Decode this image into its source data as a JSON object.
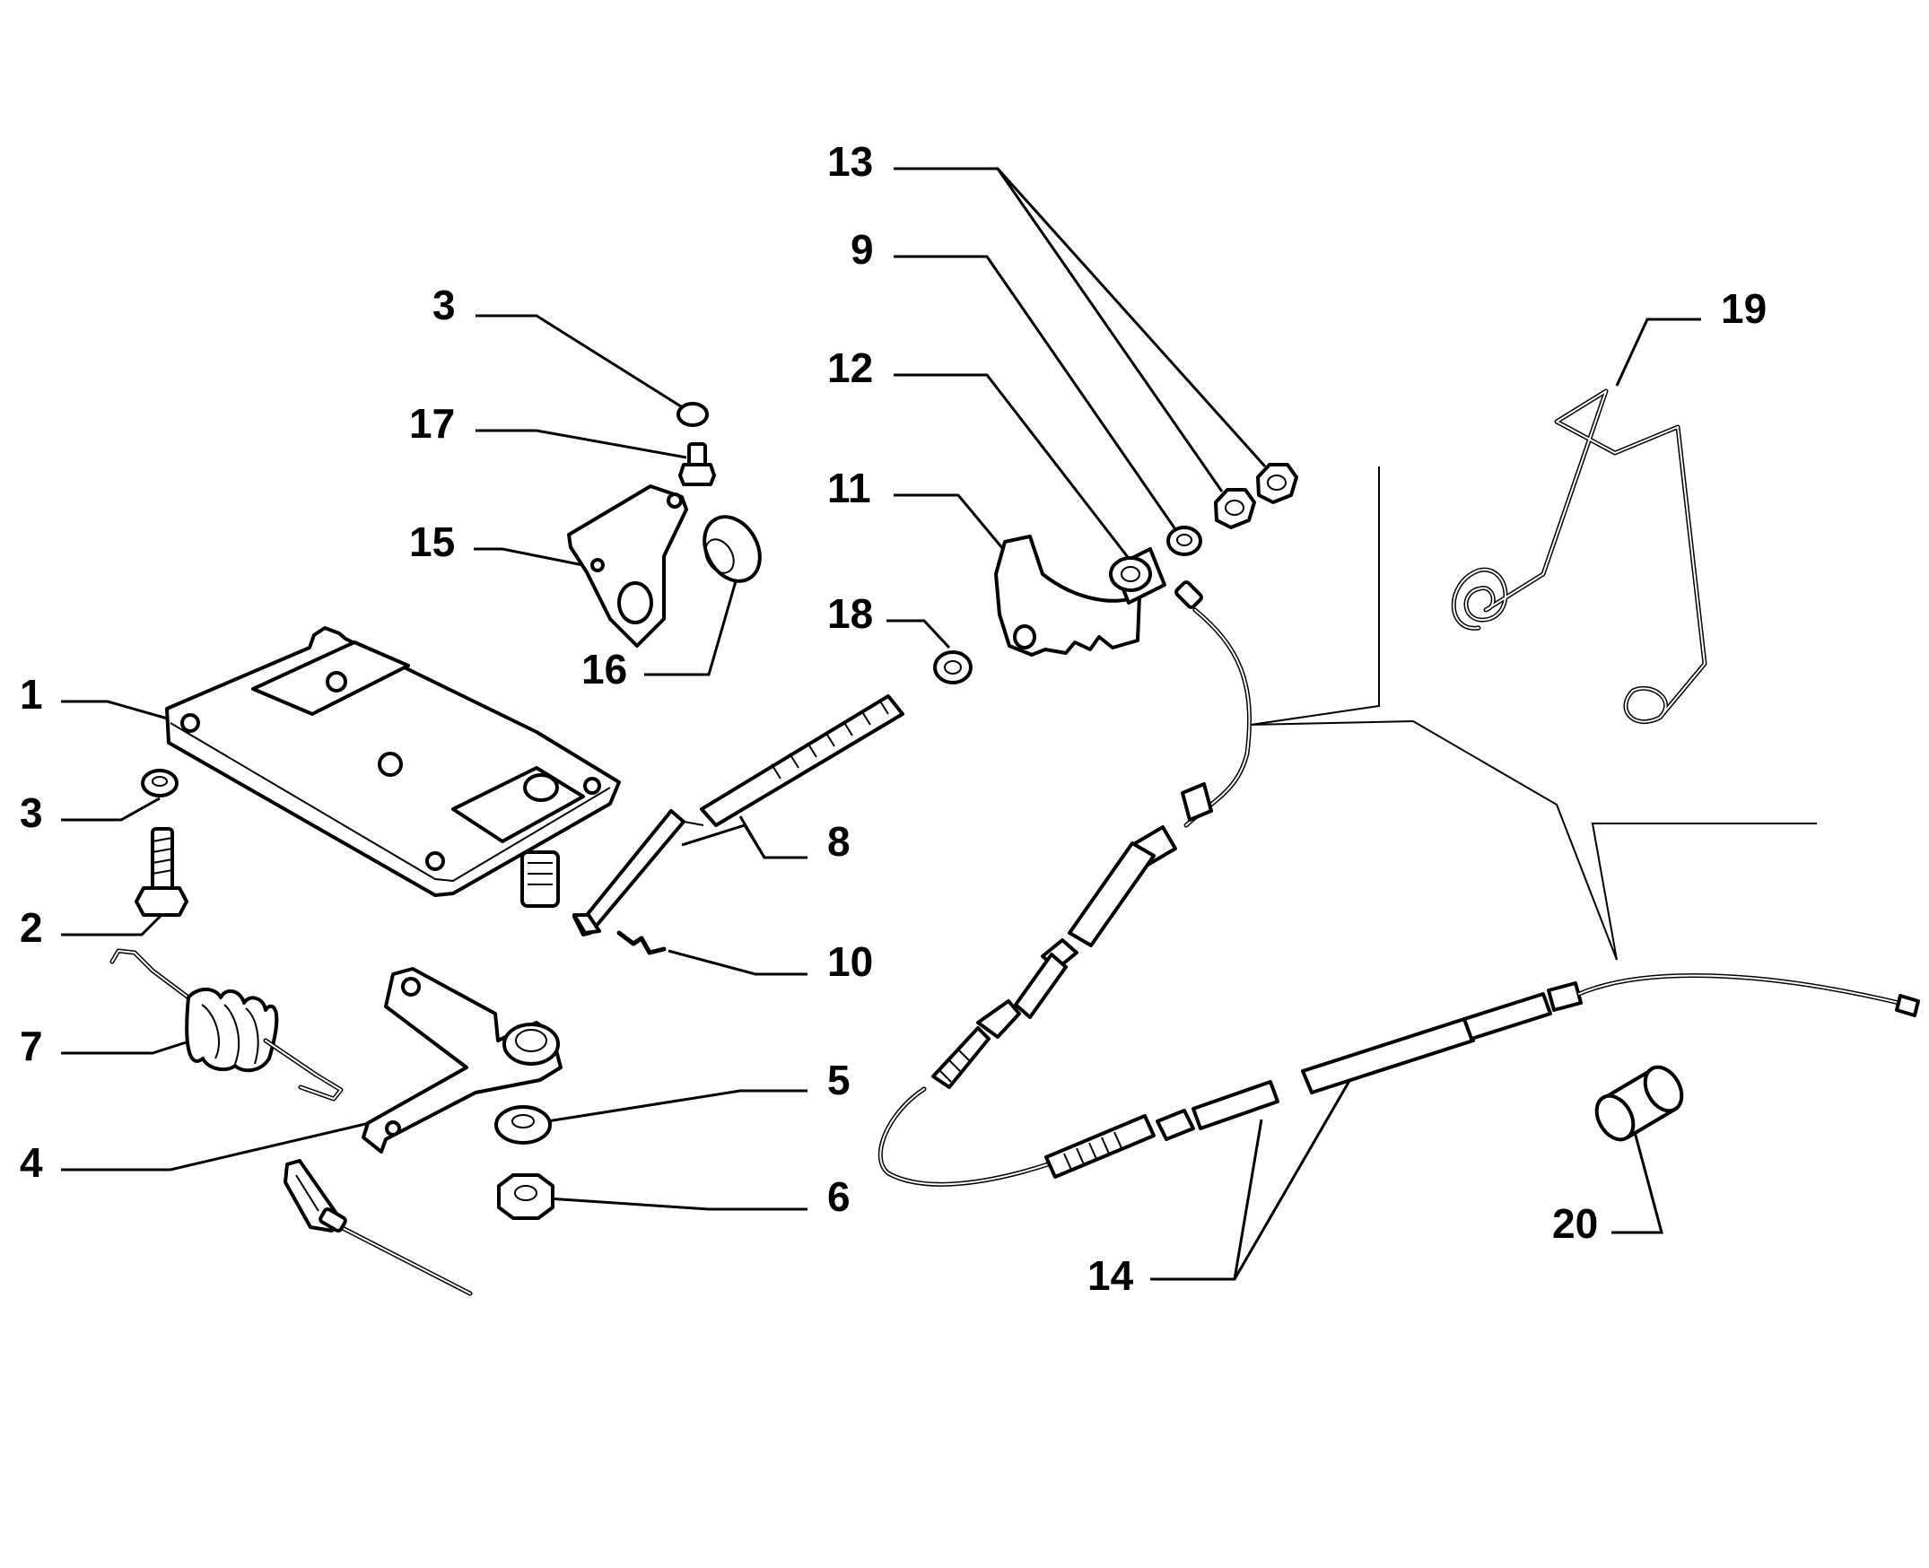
{
  "callouts": [
    {
      "id": "c1",
      "number": "1"
    },
    {
      "id": "c2",
      "number": "2"
    },
    {
      "id": "c3a",
      "number": "3"
    },
    {
      "id": "c3b",
      "number": "3"
    },
    {
      "id": "c4",
      "number": "4"
    },
    {
      "id": "c5",
      "number": "5"
    },
    {
      "id": "c6",
      "number": "6"
    },
    {
      "id": "c7",
      "number": "7"
    },
    {
      "id": "c8",
      "number": "8"
    },
    {
      "id": "c9",
      "number": "9"
    },
    {
      "id": "c10",
      "number": "10"
    },
    {
      "id": "c11",
      "number": "11"
    },
    {
      "id": "c12",
      "number": "12"
    },
    {
      "id": "c13",
      "number": "13"
    },
    {
      "id": "c14",
      "number": "14"
    },
    {
      "id": "c15",
      "number": "15"
    },
    {
      "id": "c16",
      "number": "16"
    },
    {
      "id": "c17",
      "number": "17"
    },
    {
      "id": "c18",
      "number": "18"
    },
    {
      "id": "c19",
      "number": "19"
    },
    {
      "id": "c20",
      "number": "20"
    }
  ]
}
